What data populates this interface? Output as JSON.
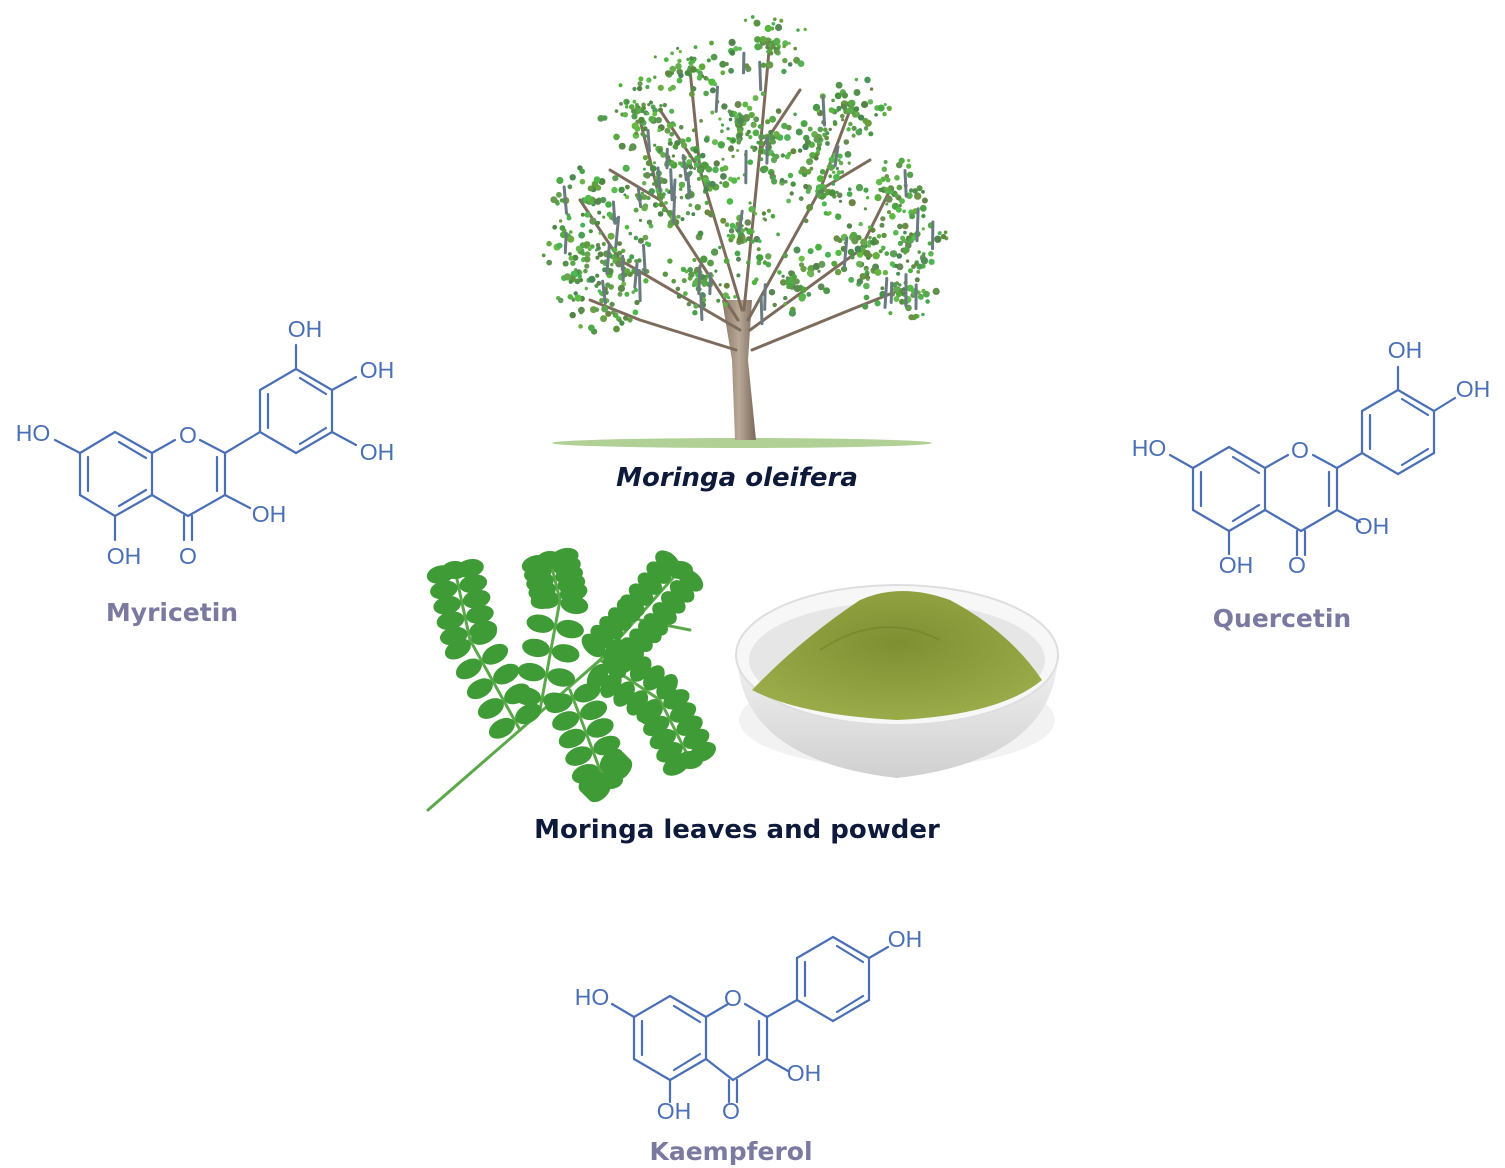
{
  "captions": {
    "tree": "Moringa  oleifera",
    "leaves": "Moringa  leaves and powder"
  },
  "compounds": {
    "myricetin": {
      "name": "Myricetin",
      "labels": {
        "ho": "HO",
        "oh5": "OH",
        "o_ring": "O",
        "o_keto": "O",
        "oh3": "OH",
        "oh_a": "OH",
        "oh_b": "OH",
        "oh_c": "OH"
      }
    },
    "quercetin": {
      "name": "Quercetin",
      "labels": {
        "ho": "HO",
        "oh5": "OH",
        "o_ring": "O",
        "o_keto": "O",
        "oh3": "OH",
        "oh_a": "OH",
        "oh_b": "OH"
      }
    },
    "kaempferol": {
      "name": "Kaempferol",
      "labels": {
        "ho": "HO",
        "oh5": "OH",
        "o_ring": "O",
        "o_keto": "O",
        "oh3": "OH",
        "oh_a": "OH"
      }
    }
  },
  "colors": {
    "structure": "#4a6fb5",
    "compound_name": "#7a7aa0",
    "caption": "#0d1a3a",
    "leaf": "#3f9b35",
    "powder": "#8a9a3a"
  },
  "icons": [
    "moringa-tree-illustration",
    "moringa-leaf-illustration",
    "powder-bowl-illustration"
  ]
}
